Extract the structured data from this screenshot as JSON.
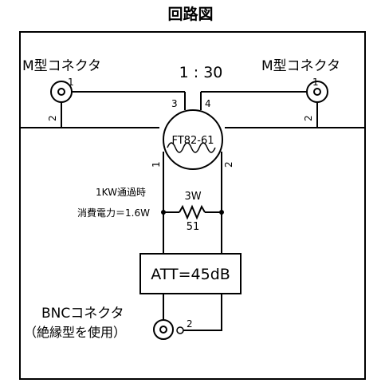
{
  "title": "回路図",
  "ratio": "1 : 30",
  "connector_left": "M型コネクタ",
  "connector_right": "M型コネクタ",
  "toroid": "FT82-61",
  "pins": {
    "left_conn_1": "1",
    "left_conn_2": "2",
    "right_conn_1": "1",
    "right_conn_2": "2",
    "toroid_3": "3",
    "toroid_4": "4",
    "toroid_1": "1",
    "toroid_2": "2",
    "bnc_2": "2"
  },
  "power_note": {
    "line1": "1KW通過時",
    "line2": "消費電力＝1.6W"
  },
  "resistor": {
    "watt": "3W",
    "value": "51"
  },
  "attenuator": "ATT=45dB",
  "bnc": {
    "line1": "BNCコネクタ",
    "line2": "（絶縁型を使用）"
  }
}
